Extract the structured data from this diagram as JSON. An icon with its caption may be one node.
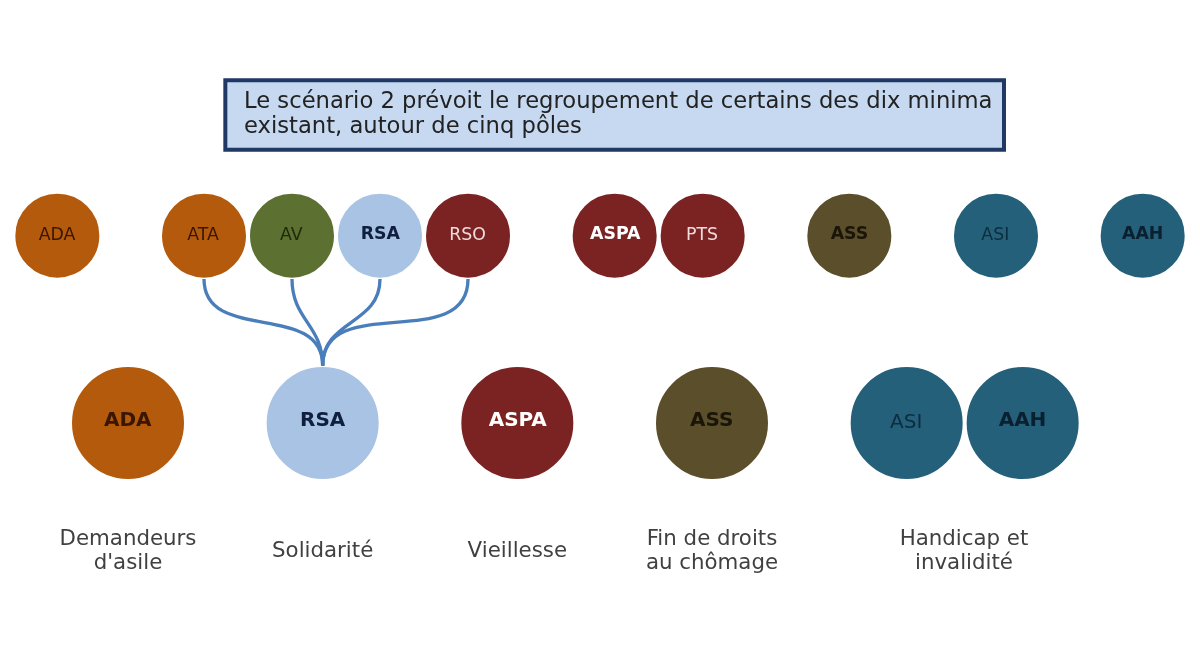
{
  "diagram": {
    "nodes": [
      {
        "text": [
          "Le scénario 2 prévoit le regroupement de certains des dix minima existant, autour de cinq pôles"
        ]
      },
      {
        "text": [
          "ADA"
        ]
      },
      {
        "text": [
          "ATA"
        ]
      },
      {
        "text": [
          "AV"
        ]
      },
      {
        "text": [
          "RSA"
        ]
      },
      {
        "text": [
          "RSO"
        ]
      },
      {
        "text": [
          "ASPA"
        ]
      },
      {
        "text": [
          "PTS"
        ]
      },
      {
        "text": [
          "ASS"
        ]
      },
      {
        "text": [
          "ASI"
        ]
      },
      {
        "text": [
          "AAH"
        ]
      },
      {
        "text": [
          "ADA"
        ],
        "beside": [
          "Demandeurs d'asile"
        ]
      },
      {
        "text": [
          "RSA"
        ],
        "beside": [
          "Solidarité"
        ]
      },
      {
        "text": [
          "ASPA"
        ],
        "beside": [
          "Vieillesse"
        ]
      },
      {
        "text": [
          "ASS"
        ],
        "beside": [
          "Fin de droits au chômage"
        ]
      },
      {
        "text": [
          "ASI"
        ]
      },
      {
        "text": [
          "AAH"
        ]
      }
    ],
    "edges": [
      {
        "from": 2,
        "to": 12,
        "arrow": "none"
      },
      {
        "from": 3,
        "to": 12,
        "arrow": "none"
      },
      {
        "from": 4,
        "to": 12,
        "arrow": "none"
      },
      {
        "from": 5,
        "to": 12,
        "arrow": "none"
      }
    ],
    "labels": [
      "Handicap et invalidité"
    ]
  }
}
